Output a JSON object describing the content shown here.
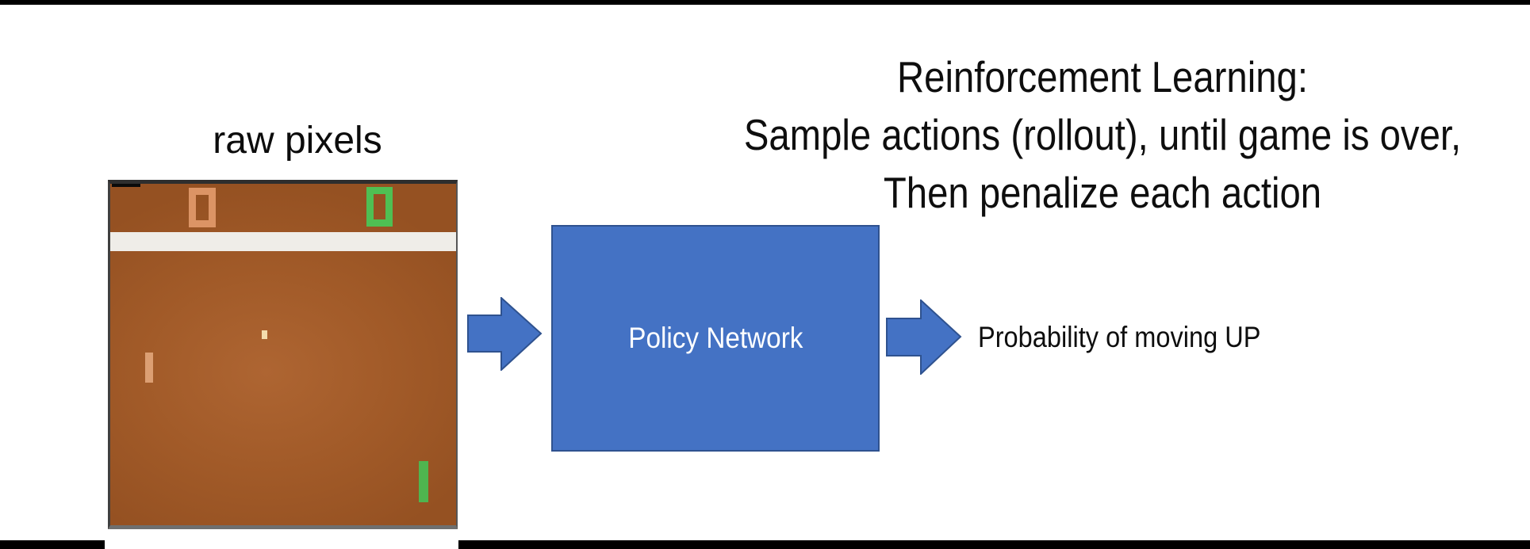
{
  "title": {
    "line1": "Reinforcement Learning:",
    "line2": "Sample actions (rollout), until game is over,",
    "line3": "Then penalize each action"
  },
  "game": {
    "label": "raw pixels",
    "left_score": "0",
    "right_score": "0",
    "elements": [
      "left-score-0",
      "right-score-0",
      "divider-bar",
      "ball",
      "left-paddle",
      "right-paddle"
    ]
  },
  "policy_box": {
    "label": "Policy Network"
  },
  "output": {
    "label": "Probability of moving UP"
  },
  "icons": {
    "input_arrow": "right-block-arrow",
    "output_arrow": "right-block-arrow"
  },
  "colors": {
    "shape_fill": "#4472C4",
    "shape_border": "#2F528F",
    "game_background": "#A15A28",
    "game_divider": "#EFEDE8",
    "score_left": "#DC9465",
    "score_right": "#4FBF53",
    "paddle_left": "#DC9F73",
    "paddle_right": "#4FB54F",
    "ball": "#F3DCAC",
    "frame_bars": "#000000",
    "text": "#0E0E0E"
  }
}
